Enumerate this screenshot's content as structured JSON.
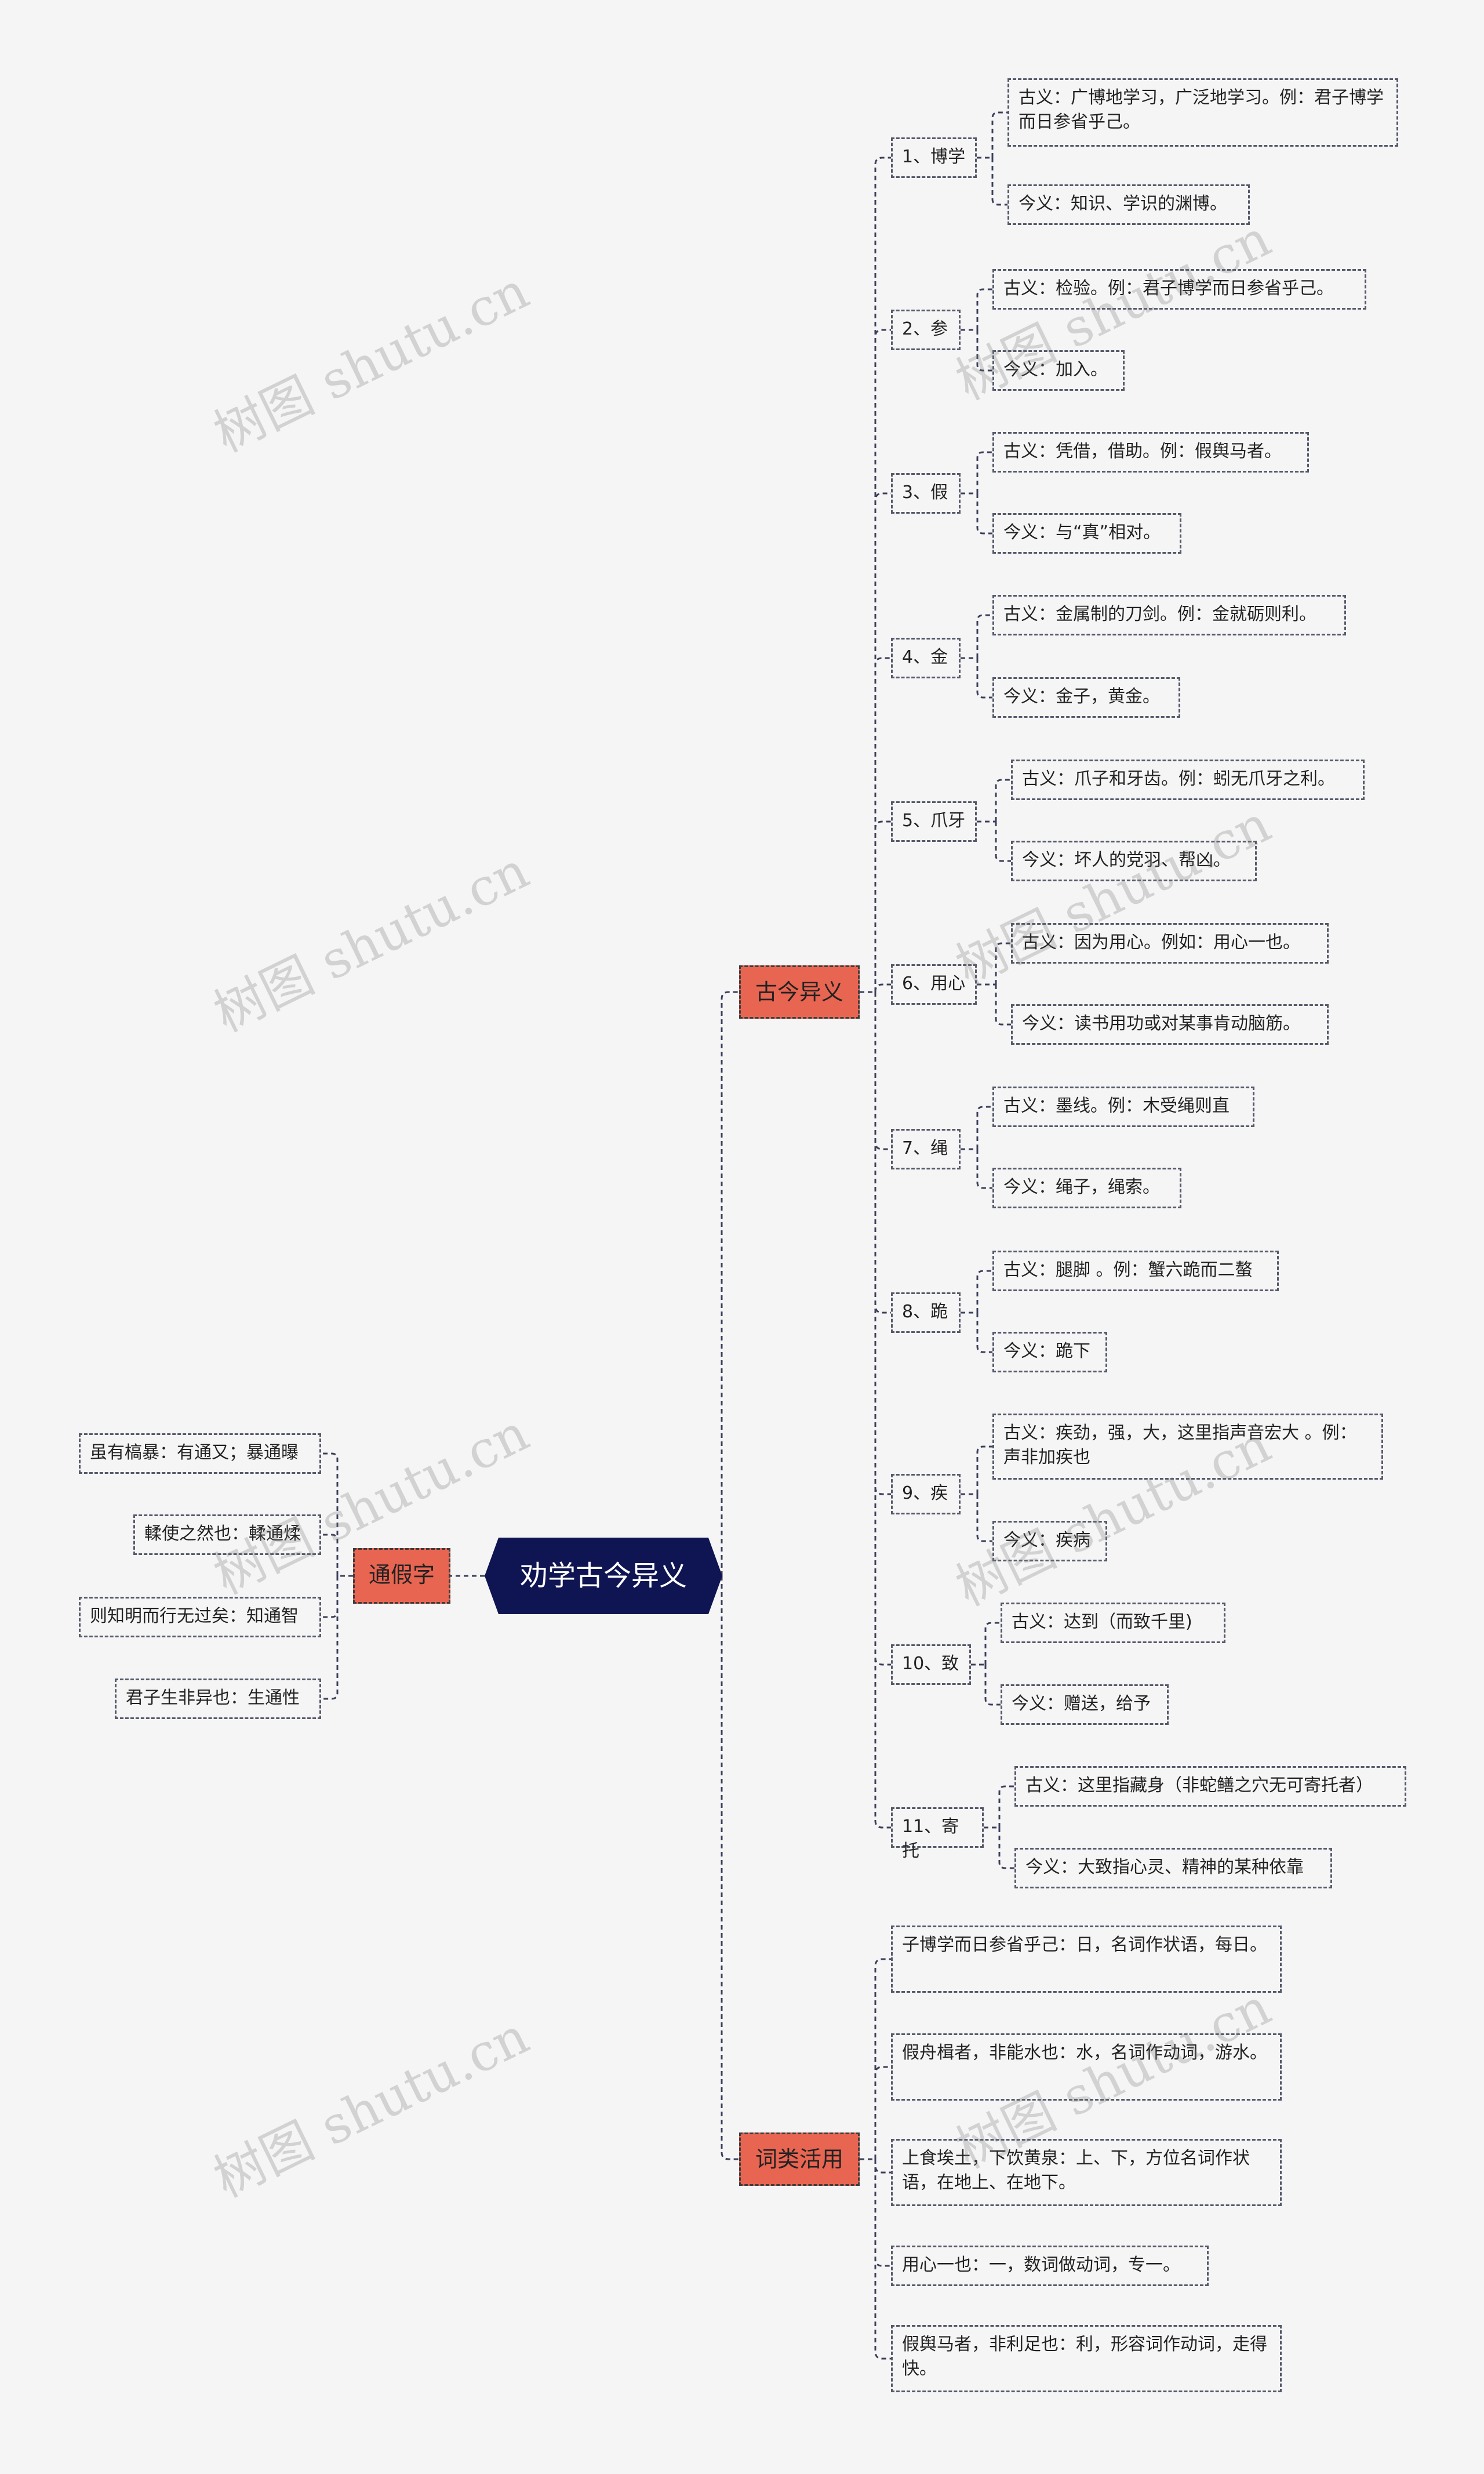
{
  "root": "劝学古今异义",
  "branches": {
    "gujin": {
      "label": "古今异义",
      "items": [
        {
          "label": "1、博学",
          "gu": "古义：广博地学习，广泛地学习。例：君子博学而日参省乎己。",
          "jin": "今义：知识、学识的渊博。"
        },
        {
          "label": "2、参",
          "gu": "古义：检验。例：君子博学而日参省乎己。",
          "jin": "今义：加入。"
        },
        {
          "label": "3、假",
          "gu": "古义：凭借，借助。例：假舆马者。",
          "jin": "今义：与“真”相对。"
        },
        {
          "label": "4、金",
          "gu": "古义：金属制的刀剑。例：金就砺则利。",
          "jin": "今义：金子，黄金。"
        },
        {
          "label": "5、爪牙",
          "gu": "古义：爪子和牙齿。例：蚓无爪牙之利。",
          "jin": "今义：坏人的党羽、帮凶。"
        },
        {
          "label": "6、用心",
          "gu": "古义：因为用心。例如：用心一也。",
          "jin": "今义：读书用功或对某事肯动脑筋。"
        },
        {
          "label": "7、绳",
          "gu": "古义：墨线。例：木受绳则直",
          "jin": "今义：绳子，绳索。"
        },
        {
          "label": "8、跪",
          "gu": "古义：腿脚 。例：蟹六跪而二螯",
          "jin": "今义：跪下"
        },
        {
          "label": "9、疾",
          "gu": "古义：疾劲，强，大，这里指声音宏大 。例：声非加疾也",
          "jin": "今义：疾病"
        },
        {
          "label": "10、致",
          "gu": "古义：达到（而致千里)",
          "jin": "今义：赠送，给予"
        },
        {
          "label": "11、寄托",
          "gu": "古义：这里指藏身（非蛇鳝之穴无可寄托者）",
          "jin": "今义：大致指心灵、精神的某种依靠"
        }
      ]
    },
    "cilei": {
      "label": "词类活用",
      "items": [
        "子博学而日参省乎己：日，名词作状语，每日。",
        "假舟楫者，非能水也：水，名词作动词，游水。",
        "上食埃土，下饮黄泉：上、下，方位名词作状语，在地上、在地下。",
        "用心一也：一，数词做动词，专一。",
        "假舆马者，非利足也：利，形容词作动词，走得快。"
      ]
    },
    "tongjia": {
      "label": "通假字",
      "items": [
        "虽有槁暴：有通又；暴通曝",
        "輮使之然也：輮通煣",
        "则知明而行无过矣：知通智",
        "君子生非异也：生通性"
      ]
    }
  },
  "watermark": "树图 shutu.cn",
  "colors": {
    "background": "#f5f5f5",
    "root_fill": "#0f1452",
    "category_fill": "#e86552",
    "line": "#3c3f5a"
  }
}
